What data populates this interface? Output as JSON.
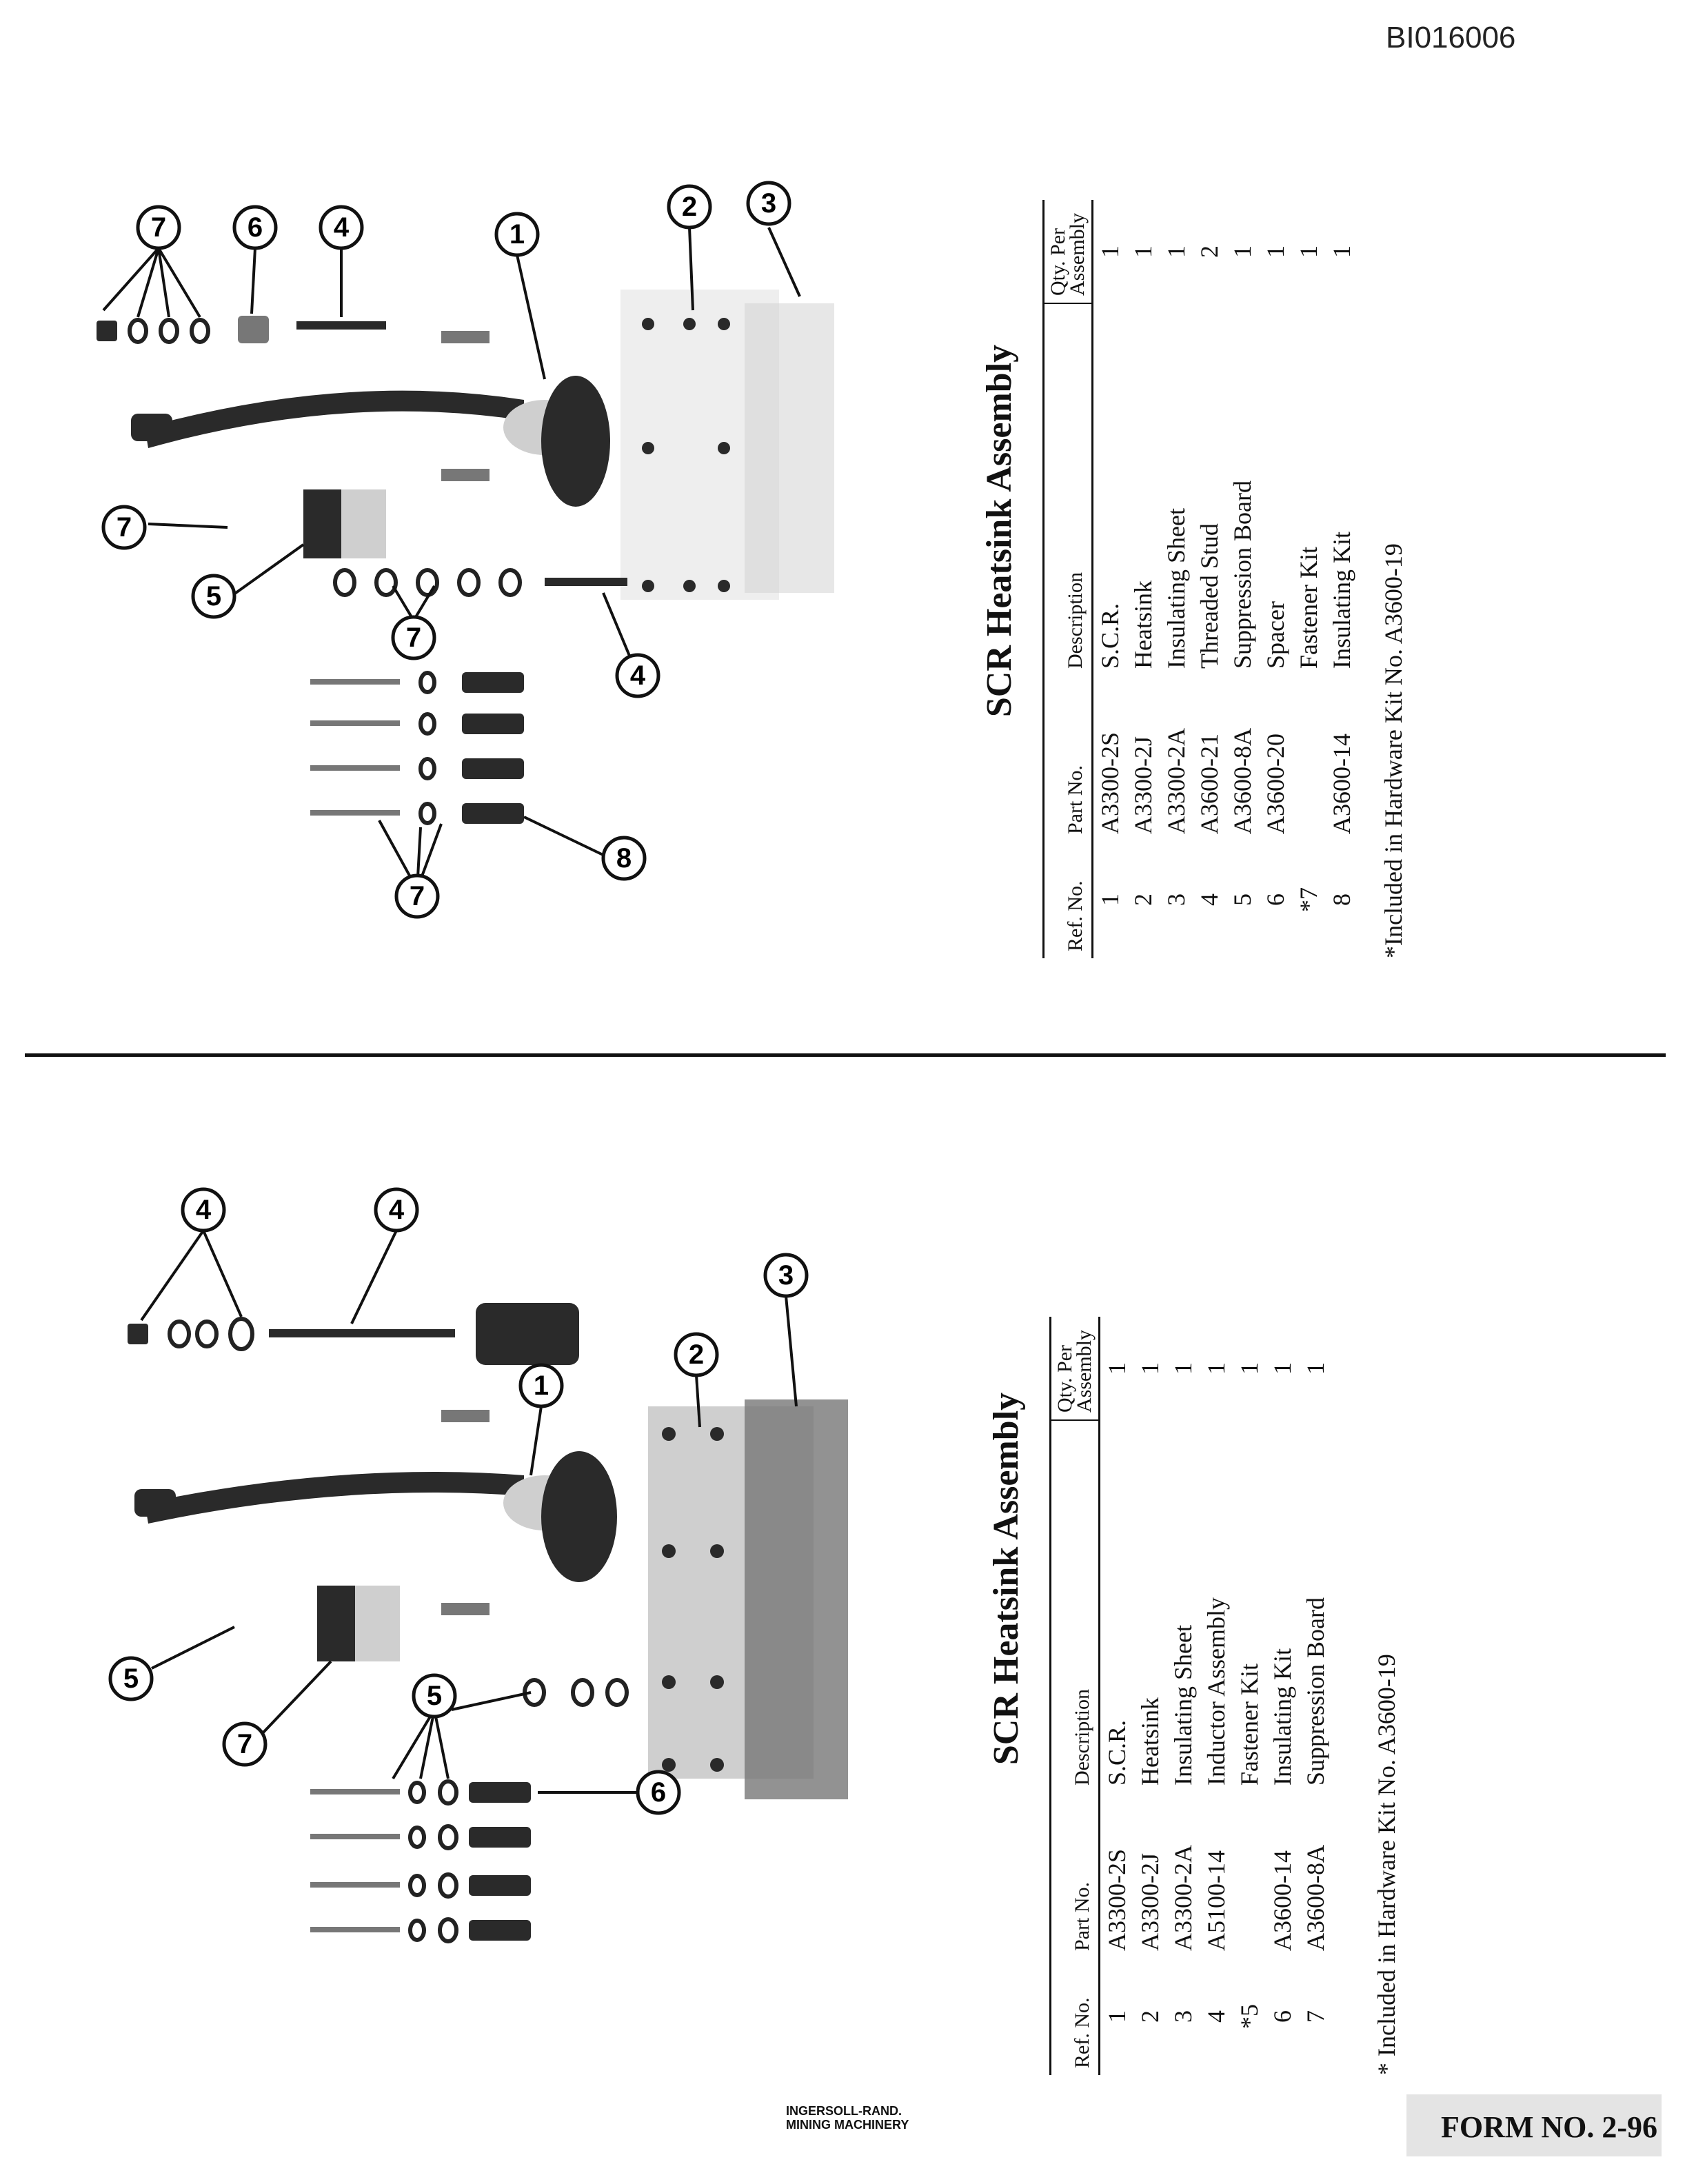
{
  "document_id": "BI016006",
  "footer": {
    "logo_line1": "INGERSOLL-RAND.",
    "logo_line2": "MINING MACHINERY",
    "form_number": "FORM NO. 2-96"
  },
  "top_assembly": {
    "title": "SCR Heatsink Assembly",
    "headers": {
      "ref": "Ref. No.",
      "part": "Part No.",
      "desc": "Description",
      "qty_line1": "Qty. Per",
      "qty_line2": "Assembly"
    },
    "rows": [
      {
        "ref": "1",
        "part": "A3300-2S",
        "desc": "S.C.R.",
        "qty": "1"
      },
      {
        "ref": "2",
        "part": "A3300-2J",
        "desc": "Heatsink",
        "qty": "1"
      },
      {
        "ref": "3",
        "part": "A3300-2A",
        "desc": "Insulating Sheet",
        "qty": "1"
      },
      {
        "ref": "4",
        "part": "A3600-21",
        "desc": "Threaded Stud",
        "qty": "2"
      },
      {
        "ref": "5",
        "part": "A3600-8A",
        "desc": "Suppression Board",
        "qty": "1"
      },
      {
        "ref": "6",
        "part": "A3600-20",
        "desc": "Spacer",
        "qty": "1"
      },
      {
        "ref": "*7",
        "part": "",
        "desc": "Fastener Kit",
        "qty": "1"
      },
      {
        "ref": "8",
        "part": "A3600-14",
        "desc": "Insulating Kit",
        "qty": "1"
      }
    ],
    "note": "*Included in Hardware Kit No. A3600-19",
    "callouts": [
      "7",
      "6",
      "4",
      "1",
      "2",
      "3",
      "7",
      "5",
      "7",
      "4",
      "7",
      "8"
    ]
  },
  "bottom_assembly": {
    "title": "SCR Heatsink Assembly",
    "headers": {
      "ref": "Ref. No.",
      "part": "Part No.",
      "desc": "Description",
      "qty_line1": "Qty. Per",
      "qty_line2": "Assembly"
    },
    "rows": [
      {
        "ref": "1",
        "part": "A3300-2S",
        "desc": "S.C.R.",
        "qty": "1"
      },
      {
        "ref": "2",
        "part": "A3300-2J",
        "desc": "Heatsink",
        "qty": "1"
      },
      {
        "ref": "3",
        "part": "A3300-2A",
        "desc": "Insulating Sheet",
        "qty": "1"
      },
      {
        "ref": "4",
        "part": "A5100-14",
        "desc": "Inductor Assembly",
        "qty": "1"
      },
      {
        "ref": "*5",
        "part": "",
        "desc": "Fastener Kit",
        "qty": "1"
      },
      {
        "ref": "6",
        "part": "A3600-14",
        "desc": "Insulating Kit",
        "qty": "1"
      },
      {
        "ref": "7",
        "part": "A3600-8A",
        "desc": "Suppression Board",
        "qty": "1"
      }
    ],
    "note": "* Included in Hardware Kit No. A3600-19",
    "callouts": [
      "4",
      "4",
      "1",
      "2",
      "3",
      "5",
      "7",
      "5",
      "6"
    ]
  }
}
